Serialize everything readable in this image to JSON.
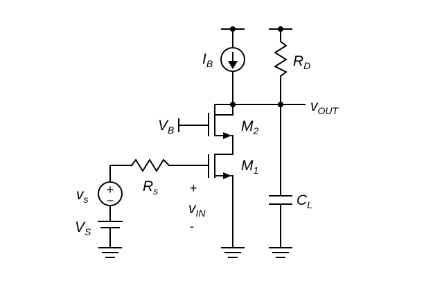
{
  "components": {
    "current_source": {
      "name": "I",
      "sub": "B"
    },
    "drain_resistor": {
      "name": "R",
      "sub": "D"
    },
    "source_resistor": {
      "name": "R",
      "sub": "s"
    },
    "load_capacitor": {
      "name": "C",
      "sub": "L"
    },
    "cascode_transistor": {
      "name": "M",
      "sub": "2"
    },
    "input_transistor": {
      "name": "M",
      "sub": "1"
    },
    "bias_voltage": {
      "name": "V",
      "sub": "B"
    },
    "signal_source": {
      "name": "v",
      "sub": "s"
    },
    "dc_source": {
      "name": "V",
      "sub": "S"
    }
  },
  "signals": {
    "output": {
      "name": "v",
      "sub": "OUT"
    },
    "input": {
      "name": "v",
      "sub": "IN",
      "plus": "+",
      "minus": "-"
    }
  },
  "source_symbols": {
    "plus": "+",
    "minus": "−"
  }
}
